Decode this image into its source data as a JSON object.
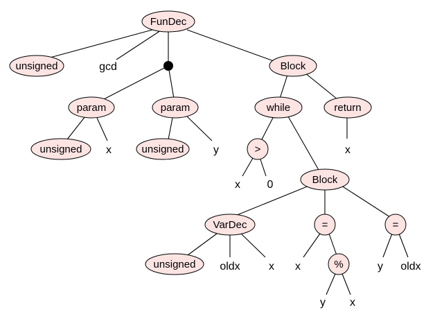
{
  "colors": {
    "node_fill": "#fce4e3",
    "node_stroke": "#000000",
    "edge": "#000000",
    "background": "#ffffff"
  },
  "nodes": {
    "fundec": "FunDec",
    "fundec_type": "unsigned",
    "fundec_name": "gcd",
    "param1": "param",
    "param1_type": "unsigned",
    "param1_name": "x",
    "param2": "param",
    "param2_type": "unsigned",
    "param2_name": "y",
    "block_outer": "Block",
    "while": "while",
    "gt": ">",
    "gt_left": "x",
    "gt_right": "0",
    "return": "return",
    "return_value": "x",
    "block_inner": "Block",
    "vardec": "VarDec",
    "vardec_type": "unsigned",
    "vardec_name": "oldx",
    "vardec_init": "x",
    "assign1": "=",
    "assign1_target": "x",
    "mod": "%",
    "mod_left": "y",
    "mod_right": "x",
    "assign2": "=",
    "assign2_target": "y",
    "assign2_value": "oldx"
  }
}
